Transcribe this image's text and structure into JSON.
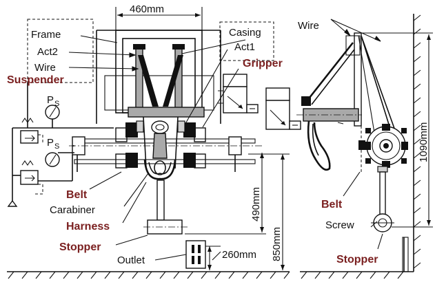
{
  "colors": {
    "highlight": "#7a1f1f",
    "ink": "#111111",
    "part_fill": "#a9a9a9"
  },
  "labels": {
    "frame": "Frame",
    "act2": "Act2",
    "wire_left": "Wire",
    "suspender": "Suspender",
    "casing": "Casing",
    "act1": "Act1",
    "gripper": "Gripper",
    "ps_top": "P",
    "ps_top_sub": "S",
    "ps_bottom": "P",
    "ps_bottom_sub": "S",
    "belt_left": "Belt",
    "carabiner": "Carabiner",
    "harness": "Harness",
    "stopper_left": "Stopper",
    "outlet": "Outlet",
    "wire_right": "Wire",
    "belt_right": "Belt",
    "screw": "Screw",
    "stopper_right": "Stopper"
  },
  "dimensions": {
    "width_top": "460mm",
    "height_490": "490mm",
    "height_850": "850mm",
    "outlet_260": "260mm",
    "height_1090": "1090mm"
  }
}
